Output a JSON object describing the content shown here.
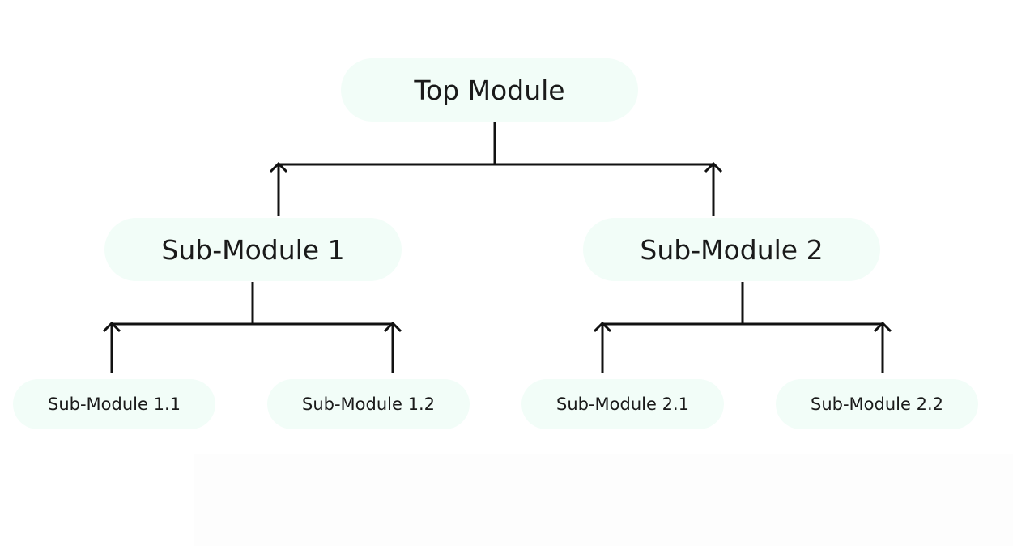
{
  "colors": {
    "node_fill": "#f2fdf8",
    "line": "#111111",
    "text": "#1a1a1a"
  },
  "diagram": {
    "type": "hierarchy-tree",
    "nodes": {
      "top": {
        "label": "Top Module"
      },
      "sub1": {
        "label": "Sub-Module 1"
      },
      "sub2": {
        "label": "Sub-Module 2"
      },
      "sub1_1": {
        "label": "Sub-Module 1.1"
      },
      "sub1_2": {
        "label": "Sub-Module 1.2"
      },
      "sub2_1": {
        "label": "Sub-Module 2.1"
      },
      "sub2_2": {
        "label": "Sub-Module 2.2"
      }
    },
    "edges": [
      {
        "from": "top",
        "to": "sub1",
        "arrow": "up-into-child"
      },
      {
        "from": "top",
        "to": "sub2",
        "arrow": "up-into-child"
      },
      {
        "from": "sub1",
        "to": "sub1_1",
        "arrow": "up-into-child"
      },
      {
        "from": "sub1",
        "to": "sub1_2",
        "arrow": "up-into-child"
      },
      {
        "from": "sub2",
        "to": "sub2_1",
        "arrow": "up-into-child"
      },
      {
        "from": "sub2",
        "to": "sub2_2",
        "arrow": "up-into-child"
      }
    ]
  }
}
